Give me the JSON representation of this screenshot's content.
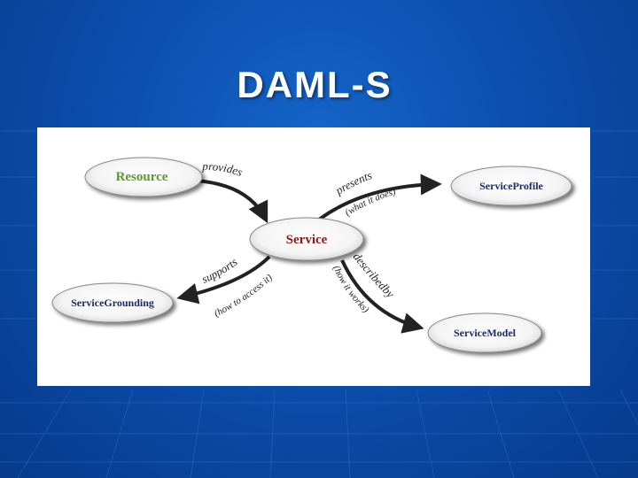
{
  "slide": {
    "title": "DAML-S"
  },
  "diagram": {
    "nodes": {
      "resource": "Resource",
      "service": "Service",
      "service_profile": "ServiceProfile",
      "service_grounding": "ServiceGrounding",
      "service_model": "ServiceModel"
    },
    "edges": {
      "provides": "provides",
      "presents": "presents",
      "presents_note": "(what it does)",
      "supports": "supports",
      "supports_note": "(how to access it)",
      "described_by": "describedby",
      "described_by_note": "(how it works)"
    },
    "colors": {
      "resource_label": "#5a9a2a",
      "service_label": "#8a1a1a",
      "other_labels": "#1a2a6a"
    }
  }
}
